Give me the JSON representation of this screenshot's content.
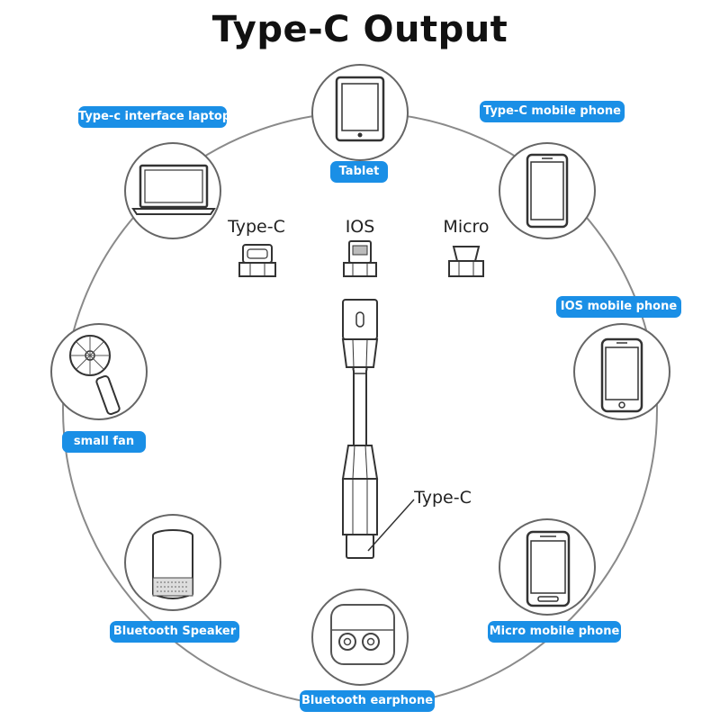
{
  "title": "Type-C Output",
  "devices": [
    {
      "label": "Tablet",
      "icon": "tablet-icon"
    },
    {
      "label": "Type-C mobile phone",
      "icon": "smartphone-icon"
    },
    {
      "label": "IOS mobile phone",
      "icon": "iphone-icon"
    },
    {
      "label": "Micro mobile phone",
      "icon": "android-phone-icon"
    },
    {
      "label": "Bluetooth earphone",
      "icon": "earbuds-case-icon"
    },
    {
      "label": "Bluetooth Speaker",
      "icon": "speaker-icon"
    },
    {
      "label": "small fan",
      "icon": "handheld-fan-icon"
    },
    {
      "label": "Type-c interface laptop",
      "icon": "laptop-icon"
    }
  ],
  "connectors": [
    {
      "label": "Type-C",
      "icon": "type-c-tip-icon"
    },
    {
      "label": "IOS",
      "icon": "lightning-tip-icon"
    },
    {
      "label": "Micro",
      "icon": "micro-usb-tip-icon"
    }
  ],
  "cable": {
    "output_label": "Type-C",
    "icon": "adapter-cable-icon"
  },
  "colors": {
    "accent": "#1a8fe6",
    "line": "#8a8a8a",
    "outline": "#333333"
  }
}
